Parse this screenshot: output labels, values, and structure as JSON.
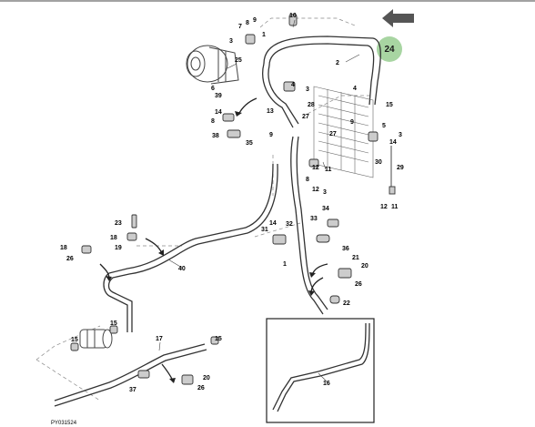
{
  "sheet_number": "24",
  "figure_ref": "PY031524",
  "callouts": [
    "1",
    "2",
    "3",
    "4",
    "5",
    "6",
    "7",
    "8",
    "9",
    "10",
    "11",
    "12",
    "13",
    "14",
    "15",
    "16",
    "17",
    "18",
    "19",
    "20",
    "21",
    "22",
    "23",
    "25",
    "26",
    "27",
    "28",
    "29",
    "30",
    "31",
    "32",
    "33",
    "34",
    "35",
    "36",
    "37",
    "38",
    "39",
    "40"
  ],
  "labels": {
    "c10": "10",
    "c7": "7",
    "c8a": "8",
    "c9a": "9",
    "c3a": "3",
    "c1a": "1",
    "c2": "2",
    "c25": "25",
    "c6": "6",
    "c39": "39",
    "c14a": "14",
    "c8b": "8",
    "c13": "13",
    "c38": "38",
    "c35": "35",
    "c9b": "9",
    "c4a": "4",
    "c3b": "3",
    "c28": "28",
    "c27a": "27",
    "c4b": "4",
    "c15a": "15",
    "c5": "5",
    "c27b": "27",
    "c9c": "9",
    "c3c": "3",
    "c14b": "14",
    "c30": "30",
    "c29": "29",
    "c12a": "12",
    "c11a": "11",
    "c8c": "8",
    "c12b": "12",
    "c3d": "3",
    "c12c": "12",
    "c11b": "11",
    "c34": "34",
    "c33": "33",
    "c14c": "14",
    "c31": "31",
    "c32": "32",
    "c36": "36",
    "c1b": "1",
    "c21": "21",
    "c20a": "20",
    "c26a": "26",
    "c22": "22",
    "c23": "23",
    "c18a": "18",
    "c19": "19",
    "c18b": "18",
    "c26b": "26",
    "c40": "40",
    "c15b": "15",
    "c15c": "15",
    "c17": "17",
    "c15d": "15",
    "c20b": "20",
    "c26c": "26",
    "c37": "37",
    "c16": "16"
  }
}
